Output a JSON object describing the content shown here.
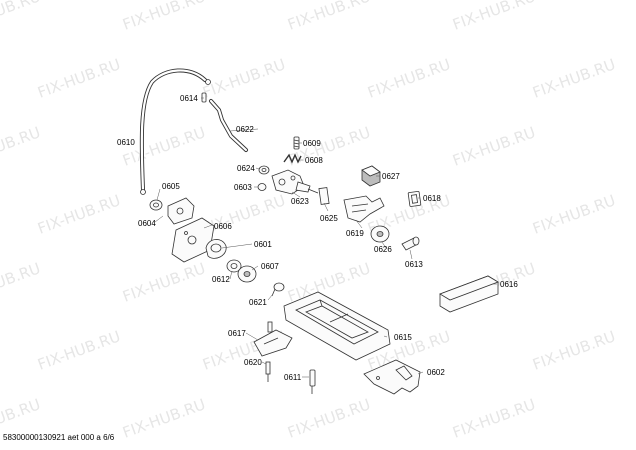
{
  "watermark": {
    "text": "FIX-HUB.RU",
    "color": "#e6e6e6"
  },
  "parts": [
    {
      "id": "0610",
      "label": "0610"
    },
    {
      "id": "0614",
      "label": "0614"
    },
    {
      "id": "0622",
      "label": "0622"
    },
    {
      "id": "0609",
      "label": "0609"
    },
    {
      "id": "0608",
      "label": "0608"
    },
    {
      "id": "0624",
      "label": "0624"
    },
    {
      "id": "0603",
      "label": "0603"
    },
    {
      "id": "0623",
      "label": "0623"
    },
    {
      "id": "0627",
      "label": "0627"
    },
    {
      "id": "0605",
      "label": "0605"
    },
    {
      "id": "0604",
      "label": "0604"
    },
    {
      "id": "0606",
      "label": "0606"
    },
    {
      "id": "0625",
      "label": "0625"
    },
    {
      "id": "0618",
      "label": "0618"
    },
    {
      "id": "0619",
      "label": "0619"
    },
    {
      "id": "0601",
      "label": "0601"
    },
    {
      "id": "0626",
      "label": "0626"
    },
    {
      "id": "0607",
      "label": "0607"
    },
    {
      "id": "0612",
      "label": "0612"
    },
    {
      "id": "0613",
      "label": "0613"
    },
    {
      "id": "0616",
      "label": "0616"
    },
    {
      "id": "0621",
      "label": "0621"
    },
    {
      "id": "0617",
      "label": "0617"
    },
    {
      "id": "0615",
      "label": "0615"
    },
    {
      "id": "0620",
      "label": "0620"
    },
    {
      "id": "0611",
      "label": "0611"
    },
    {
      "id": "0602",
      "label": "0602"
    }
  ],
  "footer": {
    "text": "58300000130921 aet 000 a 6/6"
  }
}
